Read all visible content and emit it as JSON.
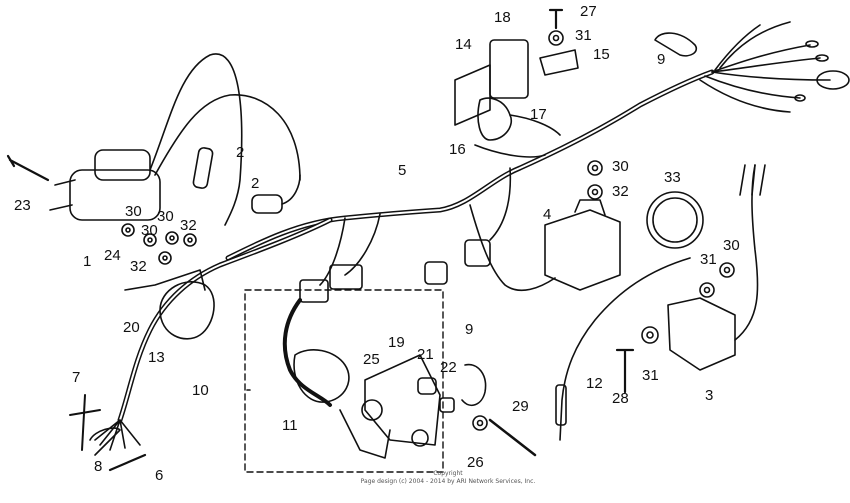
{
  "diagram": {
    "callouts": [
      {
        "id": "c18",
        "text": "18"
      },
      {
        "id": "c27",
        "text": "27"
      },
      {
        "id": "c31a",
        "text": "31"
      },
      {
        "id": "c15",
        "text": "15"
      },
      {
        "id": "c9a",
        "text": "9"
      },
      {
        "id": "c14",
        "text": "14"
      },
      {
        "id": "c17",
        "text": "17"
      },
      {
        "id": "c16",
        "text": "16"
      },
      {
        "id": "c2a",
        "text": "2"
      },
      {
        "id": "c2b",
        "text": "2"
      },
      {
        "id": "c5",
        "text": "5"
      },
      {
        "id": "c30a",
        "text": "30"
      },
      {
        "id": "c32a",
        "text": "32"
      },
      {
        "id": "c33",
        "text": "33"
      },
      {
        "id": "c4",
        "text": "4"
      },
      {
        "id": "c23",
        "text": "23"
      },
      {
        "id": "c30b",
        "text": "30"
      },
      {
        "id": "c30c",
        "text": "30"
      },
      {
        "id": "c30d",
        "text": "30"
      },
      {
        "id": "c32b",
        "text": "32"
      },
      {
        "id": "c1",
        "text": "1"
      },
      {
        "id": "c24",
        "text": "24"
      },
      {
        "id": "c32c",
        "text": "32"
      },
      {
        "id": "c31b",
        "text": "31"
      },
      {
        "id": "c30e",
        "text": "30"
      },
      {
        "id": "c20",
        "text": "20"
      },
      {
        "id": "c13",
        "text": "13"
      },
      {
        "id": "c7",
        "text": "7"
      },
      {
        "id": "c10",
        "text": "10"
      },
      {
        "id": "c11",
        "text": "11"
      },
      {
        "id": "c25",
        "text": "25"
      },
      {
        "id": "c19",
        "text": "19"
      },
      {
        "id": "c21",
        "text": "21"
      },
      {
        "id": "c22",
        "text": "22"
      },
      {
        "id": "c9b",
        "text": "9"
      },
      {
        "id": "c12",
        "text": "12"
      },
      {
        "id": "c28",
        "text": "28"
      },
      {
        "id": "c31c",
        "text": "31"
      },
      {
        "id": "c3",
        "text": "3"
      },
      {
        "id": "c29",
        "text": "29"
      },
      {
        "id": "c26",
        "text": "26"
      },
      {
        "id": "c8",
        "text": "8"
      },
      {
        "id": "c6",
        "text": "6"
      }
    ],
    "copyright_line1": "Copyright",
    "copyright_line2": "Page design (c) 2004 - 2014 by ARI Network Services, Inc."
  }
}
